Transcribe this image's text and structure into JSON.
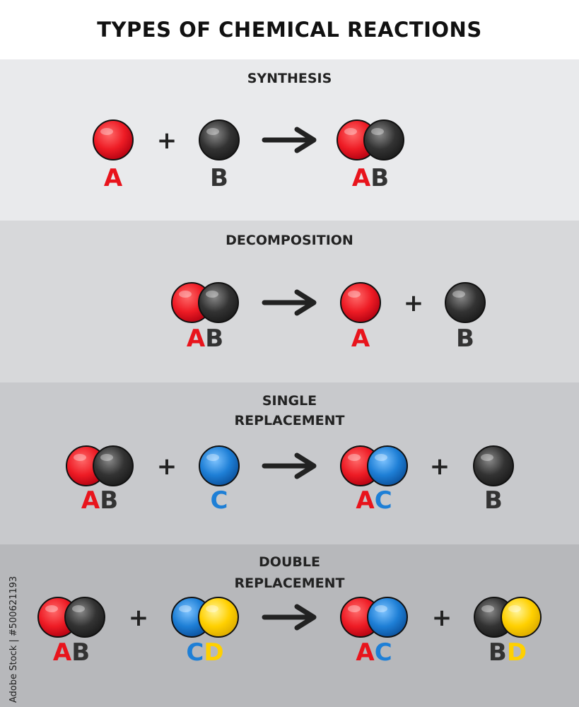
{
  "title": "TYPES OF CHEMICAL REACTIONS",
  "colors": {
    "A": "#ee1c25",
    "B": "#333333",
    "C": "#1e7fd6",
    "D": "#ffd000",
    "label_A": "#e8141c",
    "label_B": "#333333",
    "label_C": "#1e7fd6",
    "label_D": "#ffd000",
    "band1": "#e9eaec",
    "band2": "#d7d8da",
    "band3": "#c8c9cc",
    "band4": "#b7b8bb"
  },
  "operators": {
    "plus": "+",
    "arrow": "→"
  },
  "reactions": [
    {
      "heading": [
        "SYNTHESIS"
      ],
      "reactants": [
        {
          "atoms": [
            "A"
          ],
          "label": "A"
        },
        {
          "atoms": [
            "B"
          ],
          "label": "B"
        }
      ],
      "products": [
        {
          "atoms": [
            "A",
            "B"
          ],
          "label": "AB"
        }
      ]
    },
    {
      "heading": [
        "DECOMPOSITION"
      ],
      "reactants": [
        {
          "atoms": [
            "A",
            "B"
          ],
          "label": "AB"
        }
      ],
      "products": [
        {
          "atoms": [
            "A"
          ],
          "label": "A"
        },
        {
          "atoms": [
            "B"
          ],
          "label": "B"
        }
      ]
    },
    {
      "heading": [
        "SINGLE",
        "REPLACEMENT"
      ],
      "reactants": [
        {
          "atoms": [
            "A",
            "B"
          ],
          "label": "AB"
        },
        {
          "atoms": [
            "C"
          ],
          "label": "C"
        }
      ],
      "products": [
        {
          "atoms": [
            "A",
            "C"
          ],
          "label": "AC"
        },
        {
          "atoms": [
            "B"
          ],
          "label": "B"
        }
      ]
    },
    {
      "heading": [
        "DOUBLE",
        "REPLACEMENT"
      ],
      "reactants": [
        {
          "atoms": [
            "A",
            "B"
          ],
          "label": "AB"
        },
        {
          "atoms": [
            "C",
            "D"
          ],
          "label": "CD"
        }
      ],
      "products": [
        {
          "atoms": [
            "A",
            "C"
          ],
          "label": "AC"
        },
        {
          "atoms": [
            "B",
            "D"
          ],
          "label": "BD"
        }
      ]
    }
  ],
  "stock_id": "Adobe Stock | #500621193"
}
